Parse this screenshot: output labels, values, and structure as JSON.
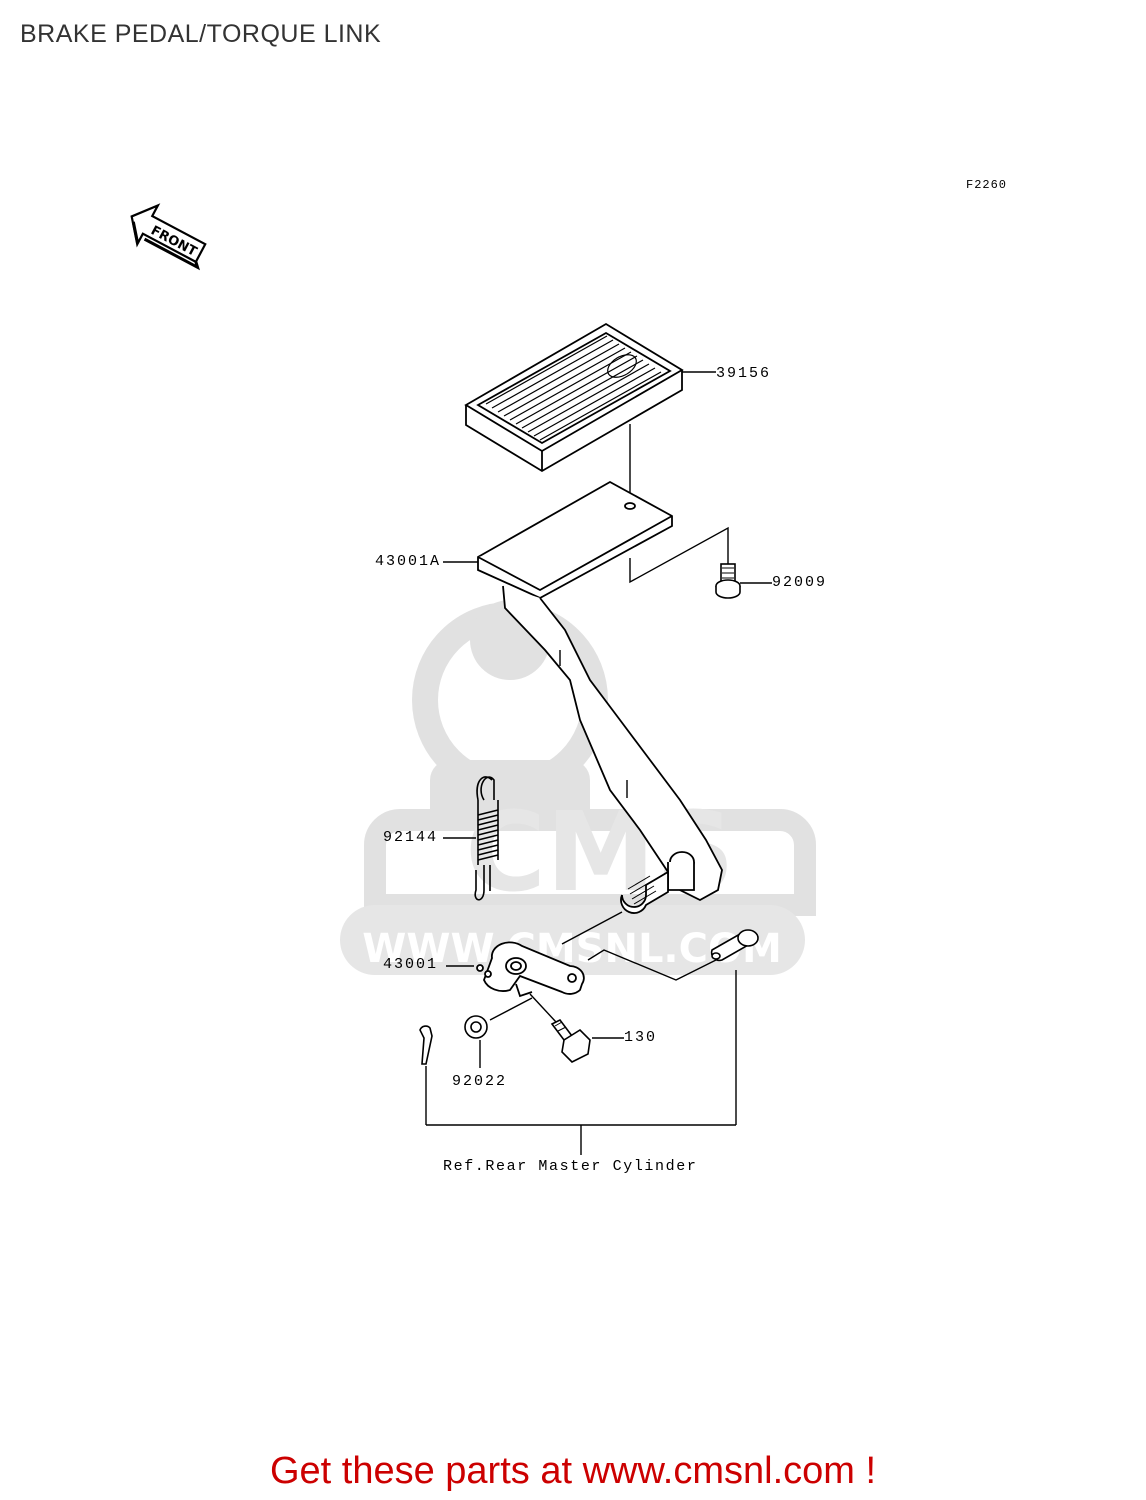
{
  "title": "BRAKE PEDAL/TORQUE LINK",
  "diagram_code": "F2260",
  "direction_arrow_label": "FRONT",
  "parts": {
    "pedal_pad": "39156",
    "pedal_arm_a": "43001A",
    "bolt_92009": "92009",
    "spring": "92144",
    "torque_link": "43001",
    "bolt_130": "130",
    "washer": "92022"
  },
  "reference_note": "Ref.Rear Master Cylinder",
  "watermark": "CMS WWW.CMSNL.COM",
  "footer": {
    "link_text": "Get these parts at www.cmsnl.com !"
  },
  "colors": {
    "title": "#333333",
    "footer_link": "#cc0000",
    "watermark": "#d9d9d9"
  }
}
